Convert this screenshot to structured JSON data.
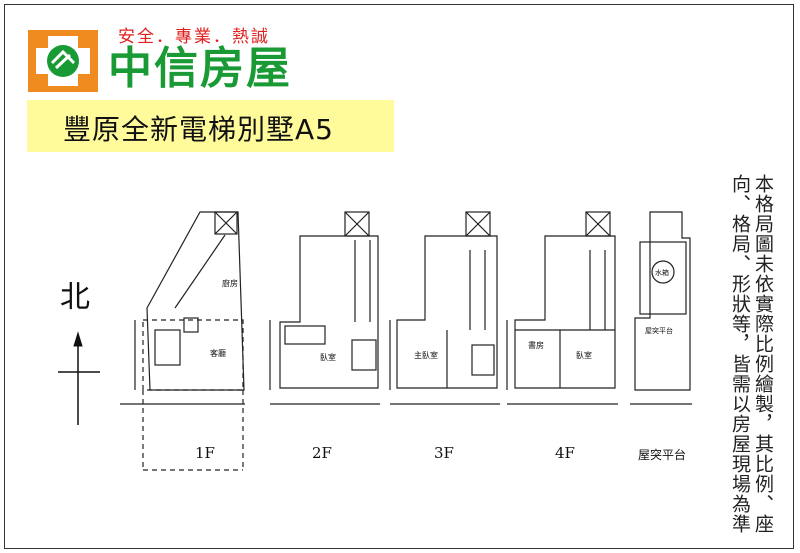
{
  "brand": {
    "slogan": "安全．專業．熱誠",
    "name": "中信房屋",
    "logo_color": "#f08b1f",
    "brand_color": "#1a9a35",
    "slogan_color": "#e01f1f"
  },
  "title": "豐原全新電梯別墅A5",
  "compass": {
    "label": "北"
  },
  "note": {
    "line1": "本格局圖未依實際比例繪製，其比例、座",
    "line2": "向、格局、形狀等，皆需以房屋現場為準"
  },
  "floors": [
    {
      "label": "1F",
      "rooms": [
        "客廳",
        "廚房"
      ]
    },
    {
      "label": "2F",
      "rooms": [
        "臥室"
      ]
    },
    {
      "label": "3F",
      "rooms": [
        "主臥室"
      ]
    },
    {
      "label": "4F",
      "rooms": [
        "書房",
        "臥室"
      ]
    },
    {
      "label": "屋突平台",
      "rooms": [
        "水箱",
        "屋突平台"
      ]
    }
  ]
}
